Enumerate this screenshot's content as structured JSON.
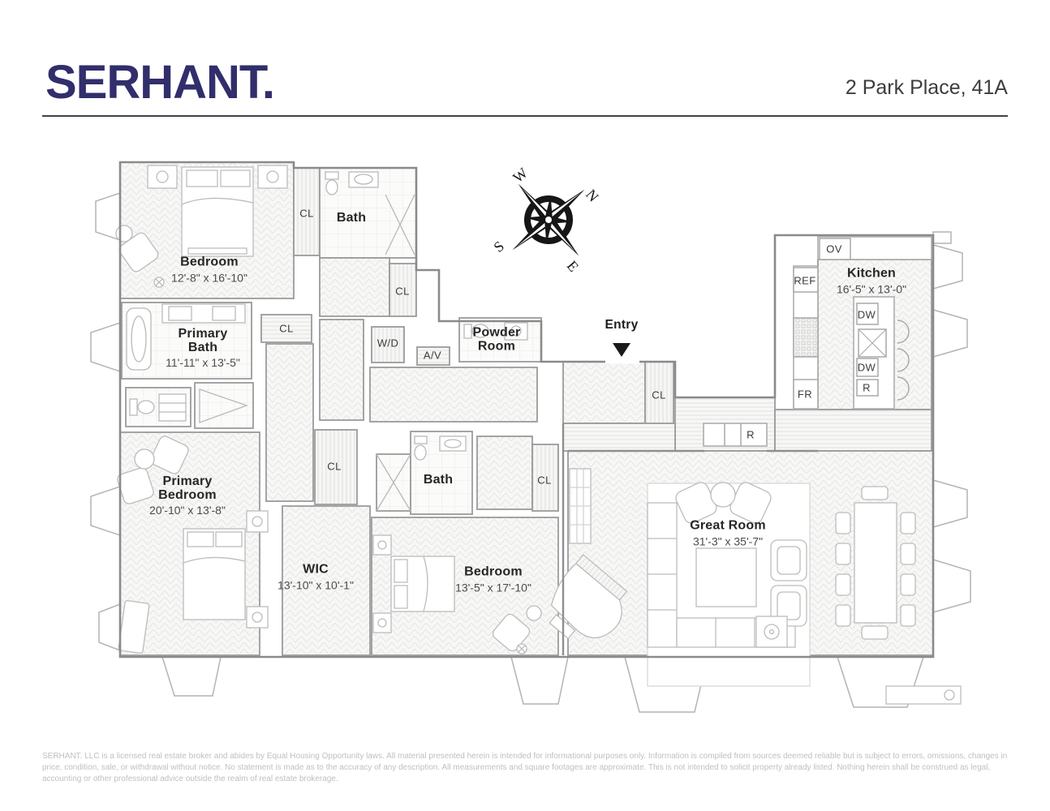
{
  "header": {
    "logo": "SERHANT.",
    "address": "2 Park Place, 41A"
  },
  "compass": {
    "north": "N",
    "south": "S",
    "east": "E",
    "west": "W"
  },
  "entry_label": "Entry",
  "rooms": [
    {
      "name": "Bedroom",
      "dims": "12'-8\" x 16'-10\""
    },
    {
      "name": "Bath",
      "dims": ""
    },
    {
      "name": "Primary Bath",
      "dims": "11'-11\" x 13'-5\""
    },
    {
      "name": "Powder Room",
      "dims": ""
    },
    {
      "name": "Kitchen",
      "dims": "16'-5\" x 13'-0\""
    },
    {
      "name": "Primary Bedroom",
      "dims": "20'-10\" x 13'-8\""
    },
    {
      "name": "Bath",
      "dims": ""
    },
    {
      "name": "WIC",
      "dims": "13'-10\" x 10'-1\""
    },
    {
      "name": "Bedroom",
      "dims": "13'-5\" x 17'-10\""
    },
    {
      "name": "Great Room",
      "dims": "31'-3\" x 35'-7\""
    }
  ],
  "fixtures": {
    "closet": "CL",
    "washer_dryer": "W/D",
    "av": "A/V",
    "oven": "OV",
    "refrigerator": "REF",
    "dishwasher": "DW",
    "range": "R",
    "freezer": "FR",
    "radiator": "R"
  },
  "disclaimer": "SERHANT. LLC is a licensed real estate broker and abides by Equal Housing Opportunity laws. All material presented herein is intended for informational purposes only. Information is compiled from sources deemed reliable but is subject to errors, omissions, changes in price, condition, sale, or withdrawal without notice. No statement is made as to the accuracy of any description. All measurements and square footages are approximate. This is not intended to solicit property already listed. Nothing herein shall be construed as legal, accounting or other professional advice outside the realm of real estate brokerage."
}
